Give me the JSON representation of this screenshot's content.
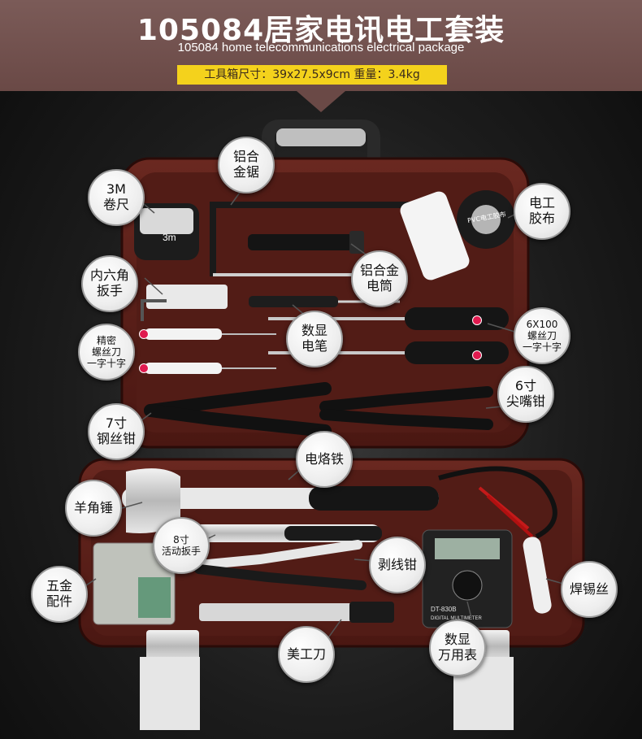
{
  "header": {
    "title_cn": "105084居家电讯电工套装",
    "title_en": "105084 home telecommunications electrical package",
    "spec": "工具箱尺寸：39x27.5x9cm  重量：3.4kg"
  },
  "product_labels": {
    "tape_brand": "3m",
    "pvc_tape": "PVC电工胶布",
    "multimeter_model": "DT-830B",
    "multimeter_text": "DIGITAL MULTIMETER"
  },
  "callouts": [
    {
      "key": "tape_measure",
      "label": "3M\n卷尺"
    },
    {
      "key": "hacksaw",
      "label": "铝合\n金锯"
    },
    {
      "key": "insulating_tape",
      "label": "电工\n胶布"
    },
    {
      "key": "hex_keys",
      "label": "内六角\n扳手"
    },
    {
      "key": "flashlight",
      "label": "铝合金\n电筒"
    },
    {
      "key": "precision_screwdriver",
      "label": "精密\n螺丝刀\n一字十字"
    },
    {
      "key": "digital_pen",
      "label": "数显\n电笔"
    },
    {
      "key": "screwdriver_6x100",
      "label": "6X100\n螺丝刀\n一字十字"
    },
    {
      "key": "long_nose_pliers",
      "label": "6寸\n尖嘴钳"
    },
    {
      "key": "combination_pliers",
      "label": "7寸\n钢丝钳"
    },
    {
      "key": "soldering_iron",
      "label": "电烙铁"
    },
    {
      "key": "claw_hammer",
      "label": "羊角锤"
    },
    {
      "key": "adjustable_wrench",
      "label": "8寸\n活动扳手"
    },
    {
      "key": "wire_stripper",
      "label": "剥线钳"
    },
    {
      "key": "solder_wire",
      "label": "焊锡丝"
    },
    {
      "key": "hardware_parts",
      "label": "五金\n配件"
    },
    {
      "key": "utility_knife",
      "label": "美工刀"
    },
    {
      "key": "multimeter",
      "label": "数显\n万用表"
    }
  ],
  "colors": {
    "banner": "#6a4946",
    "spec_bar": "#f4d21c",
    "case_body": "#5a1f1a",
    "case_dark": "#3a120f",
    "marker": "#e01a4f"
  }
}
